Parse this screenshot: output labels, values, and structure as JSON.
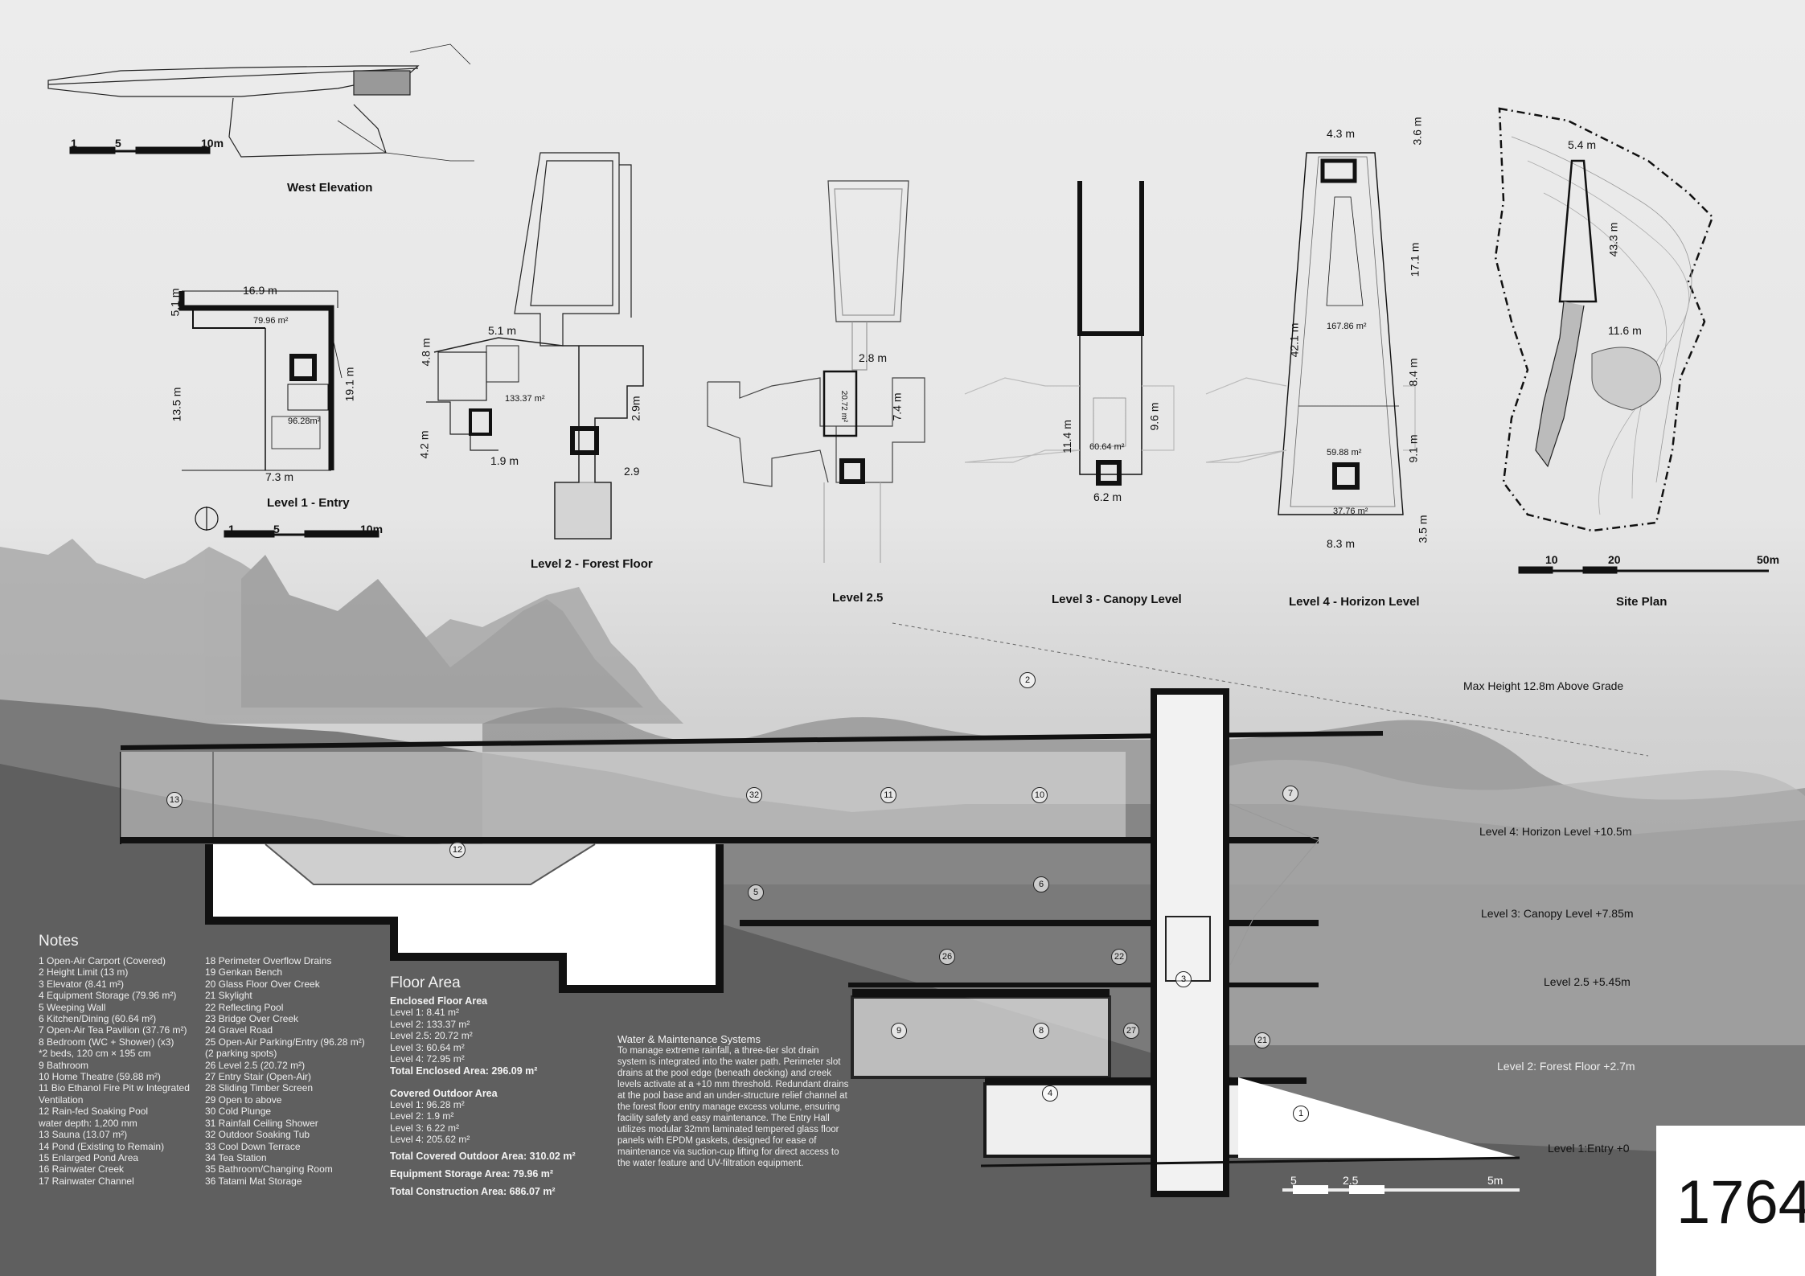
{
  "drawings": {
    "west_elevation": "West Elevation",
    "level1": "Level 1 - Entry",
    "level2": "Level 2 - Forest Floor",
    "level25": "Level 2.5",
    "level3": "Level 3 - Canopy Level",
    "level4": "Level 4 - Horizon Level",
    "site_plan": "Site Plan"
  },
  "scales": {
    "a": [
      "1",
      "5",
      "10m"
    ],
    "b": [
      "1",
      "5",
      "10m"
    ],
    "site": [
      "10",
      "20",
      "50m"
    ],
    "section": [
      "5",
      "2.5",
      "5m"
    ]
  },
  "dimensions": {
    "l1": [
      "16.9 m",
      "5.1 m",
      "13.5 m",
      "19.1 m",
      "7.3 m"
    ],
    "l1_areas": [
      "79.96 m²",
      "96.28m²"
    ],
    "l2": [
      "5.1 m",
      "4.8 m",
      "4.2 m",
      "1.9 m",
      "2.9m",
      "2.9"
    ],
    "l2_area": "133.37 m²",
    "l25": [
      "2.8 m",
      "7.4 m"
    ],
    "l25_area": "20.72 m²",
    "l3": [
      "11.4 m",
      "9.6 m",
      "6.2 m"
    ],
    "l3_area": "60.64 m²",
    "l4": [
      "4.3 m",
      "3.6 m",
      "17.1 m",
      "42.1 m",
      "8.4 m",
      "9.1 m",
      "3.5 m",
      "8.3 m"
    ],
    "l4_areas": [
      "167.86 m²",
      "59.88 m²",
      "37.76 m²"
    ],
    "site": [
      "5.4 m",
      "43.3 m",
      "11.6 m"
    ]
  },
  "section_levels": [
    "Max Height 12.8m Above Grade",
    "Level 4: Horizon Level +10.5m",
    "Level 3: Canopy Level +7.85m",
    "Level 2.5 +5.45m",
    "Level 2: Forest Floor +2.7m",
    "Level 1:Entry +0"
  ],
  "notes": {
    "title": "Notes",
    "col1": [
      "1 Open-Air Carport (Covered)",
      "2 Height Limit (13 m)",
      "3 Elevator (8.41 m²)",
      "4 Equipment Storage (79.96 m²)",
      "5 Weeping Wall",
      "6 Kitchen/Dining (60.64 m²)",
      "7 Open-Air Tea Pavilion (37.76 m²)",
      "8 Bedroom (WC + Shower) (x3)",
      "*2 beds, 120 cm × 195 cm",
      "9 Bathroom",
      "10 Home Theatre (59.88 m²)",
      "11 Bio Ethanol Fire Pit w Integrated",
      "Ventilation",
      "12 Rain-fed Soaking Pool",
      "water depth: 1,200 mm",
      "13 Sauna (13.07 m²)",
      "14 Pond (Existing to Remain)",
      "15 Enlarged Pond Area",
      "16 Rainwater Creek",
      "17 Rainwater Channel"
    ],
    "col2": [
      "18 Perimeter Overflow Drains",
      "19 Genkan Bench",
      "20 Glass Floor Over Creek",
      "21 Skylight",
      "22 Reflecting Pool",
      "23 Bridge Over Creek",
      "24 Gravel Road",
      "25 Open-Air Parking/Entry (96.28 m²)",
      "(2 parking spots)",
      "26 Level 2.5 (20.72 m²)",
      "27 Entry Stair (Open-Air)",
      "28 Sliding Timber Screen",
      "29 Open to above",
      "30 Cold Plunge",
      "31 Rainfall Ceiling Shower",
      "32 Outdoor Soaking Tub",
      "33 Cool Down Terrace",
      "34 Tea Station",
      "35 Bathroom/Changing Room",
      "36 Tatami Mat Storage"
    ]
  },
  "floor_area": {
    "title": "Floor Area",
    "enclosed_title": "Enclosed Floor Area",
    "enclosed": [
      "Level 1: 8.41 m²",
      "Level 2: 133.37 m²",
      "Level 2.5: 20.72 m²",
      "Level 3: 60.64 m²",
      "Level 4: 72.95 m²"
    ],
    "enclosed_total": "Total Enclosed Area: 296.09 m²",
    "covered_title": "Covered Outdoor Area",
    "covered": [
      "Level 1: 96.28 m²",
      "Level 2: 1.9 m²",
      "Level 3: 6.22 m²",
      "Level 4: 205.62 m²"
    ],
    "covered_total": "Total Covered Outdoor Area: 310.02 m²",
    "equipment_total": "Equipment Storage Area: 79.96 m²",
    "construction_total": "Total Construction Area: 686.07 m²"
  },
  "water": {
    "title": "Water & Maintenance Systems",
    "body": "To manage extreme rainfall, a three-tier slot drain system is integrated into the water path. Perimeter slot drains at the pool edge (beneath decking) and creek levels activate at a +10 mm threshold. Redundant drains at the pool base and an under-structure relief channel at the forest floor entry manage excess volume, ensuring facility safety and easy maintenance. The Entry Hall utilizes modular 32mm laminated tempered glass floor panels with EPDM gaskets, designed for ease of maintenance via suction-cup lifting for direct access to the water feature and UV-filtration equipment."
  },
  "section_tags": [
    "13",
    "12",
    "32",
    "11",
    "10",
    "7",
    "5",
    "6",
    "26",
    "22",
    "3",
    "9",
    "8",
    "27",
    "21",
    "4",
    "1",
    "2"
  ],
  "entry_id": "1764"
}
